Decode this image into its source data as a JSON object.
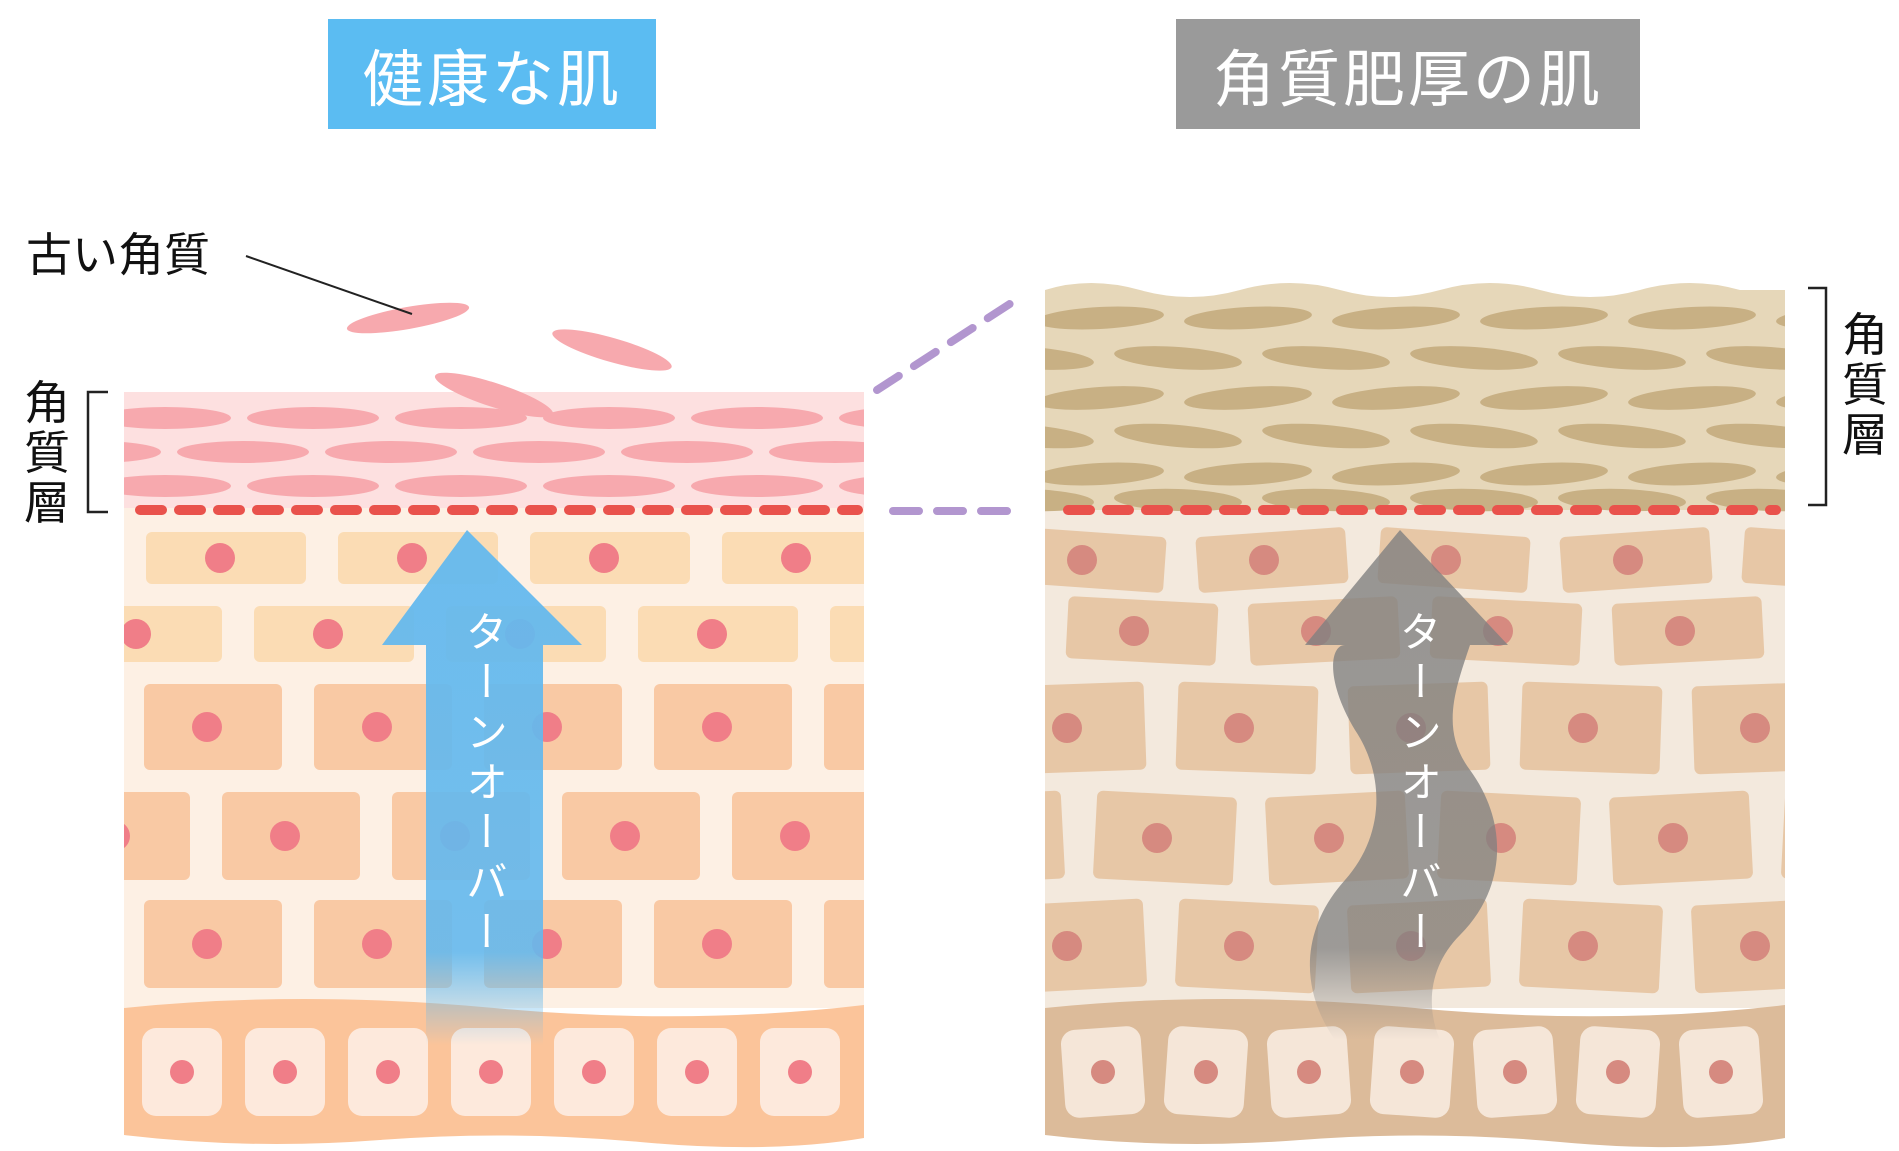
{
  "titles": {
    "left": "健康な肌",
    "right": "角質肥厚の肌"
  },
  "labels": {
    "old_corneum": "古い角質",
    "stratum_corneum_left": "角質層",
    "stratum_corneum_right": "角質層"
  },
  "arrows": {
    "left_text": "ターンオーバー",
    "right_text": "ターンオーバー"
  },
  "colors": {
    "title_left_bg": "#5bbcf2",
    "title_right_bg": "#9a9a9a",
    "healthy_corneum_bg": "#fde0e0",
    "healthy_flake": "#f7a9ae",
    "healthy_mortar": "#fdf0e4",
    "healthy_cell_light": "#fbdcb4",
    "healthy_cell": "#f9c9a4",
    "healthy_base": "#fbc49a",
    "healthy_nucleus": "#f07e88",
    "thick_corneum_bg": "#e6d7b9",
    "thick_flake": "#c8b084",
    "thick_mortar": "#f3e9dd",
    "thick_cell": "#e7c7a6",
    "thick_base": "#dcbb9a",
    "thick_nucleus": "#d68a80",
    "boundary_dash": "#e9524c",
    "connector": "#b296cf",
    "arrow_blue": "#64b9ee",
    "arrow_gray": "#8a8a8a"
  }
}
